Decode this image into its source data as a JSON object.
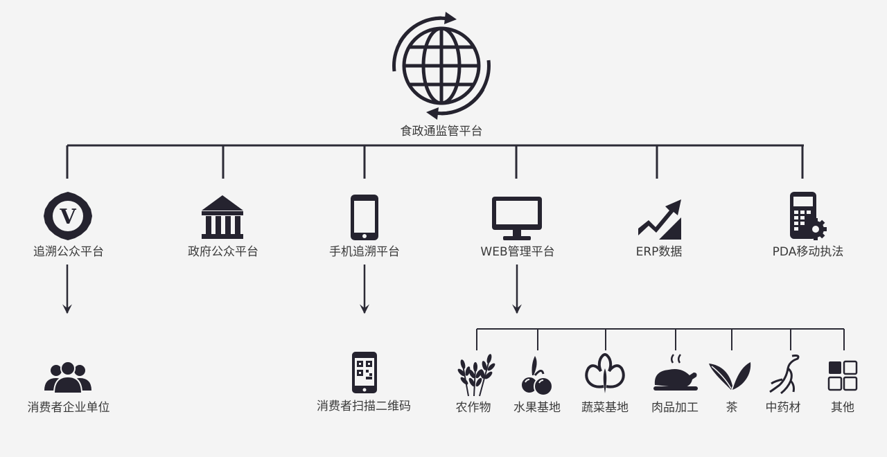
{
  "colors": {
    "ink": "#25232f",
    "line": "#2b2a35",
    "background": "#f4f4f4"
  },
  "root": {
    "label": "食政通监管平台",
    "icon": "globe-refresh-icon"
  },
  "platforms": [
    {
      "label": "追溯公众平台",
      "icon": "v-badge-icon"
    },
    {
      "label": "政府公众平台",
      "icon": "bank-icon"
    },
    {
      "label": "手机追溯平台",
      "icon": "smartphone-icon"
    },
    {
      "label": "WEB管理平台",
      "icon": "monitor-icon"
    },
    {
      "label": "ERP数据",
      "icon": "chart-trend-icon"
    },
    {
      "label": "PDA移动执法",
      "icon": "pda-gear-icon"
    }
  ],
  "consumers_enterprises": {
    "label": "消费者企业单位",
    "icon": "users-group-icon"
  },
  "consumers_scan": {
    "label": "消费者扫描二维码",
    "icon": "qr-phone-icon"
  },
  "categories": [
    {
      "label": "农作物",
      "icon": "wheat-icon"
    },
    {
      "label": "水果基地",
      "icon": "cherry-icon"
    },
    {
      "label": "蔬菜基地",
      "icon": "vegetable-icon"
    },
    {
      "label": "肉品加工",
      "icon": "roast-chicken-icon"
    },
    {
      "label": "茶",
      "icon": "tea-leaf-icon"
    },
    {
      "label": "中药材",
      "icon": "ginseng-icon"
    },
    {
      "label": "其他",
      "icon": "grid-icon"
    }
  ]
}
